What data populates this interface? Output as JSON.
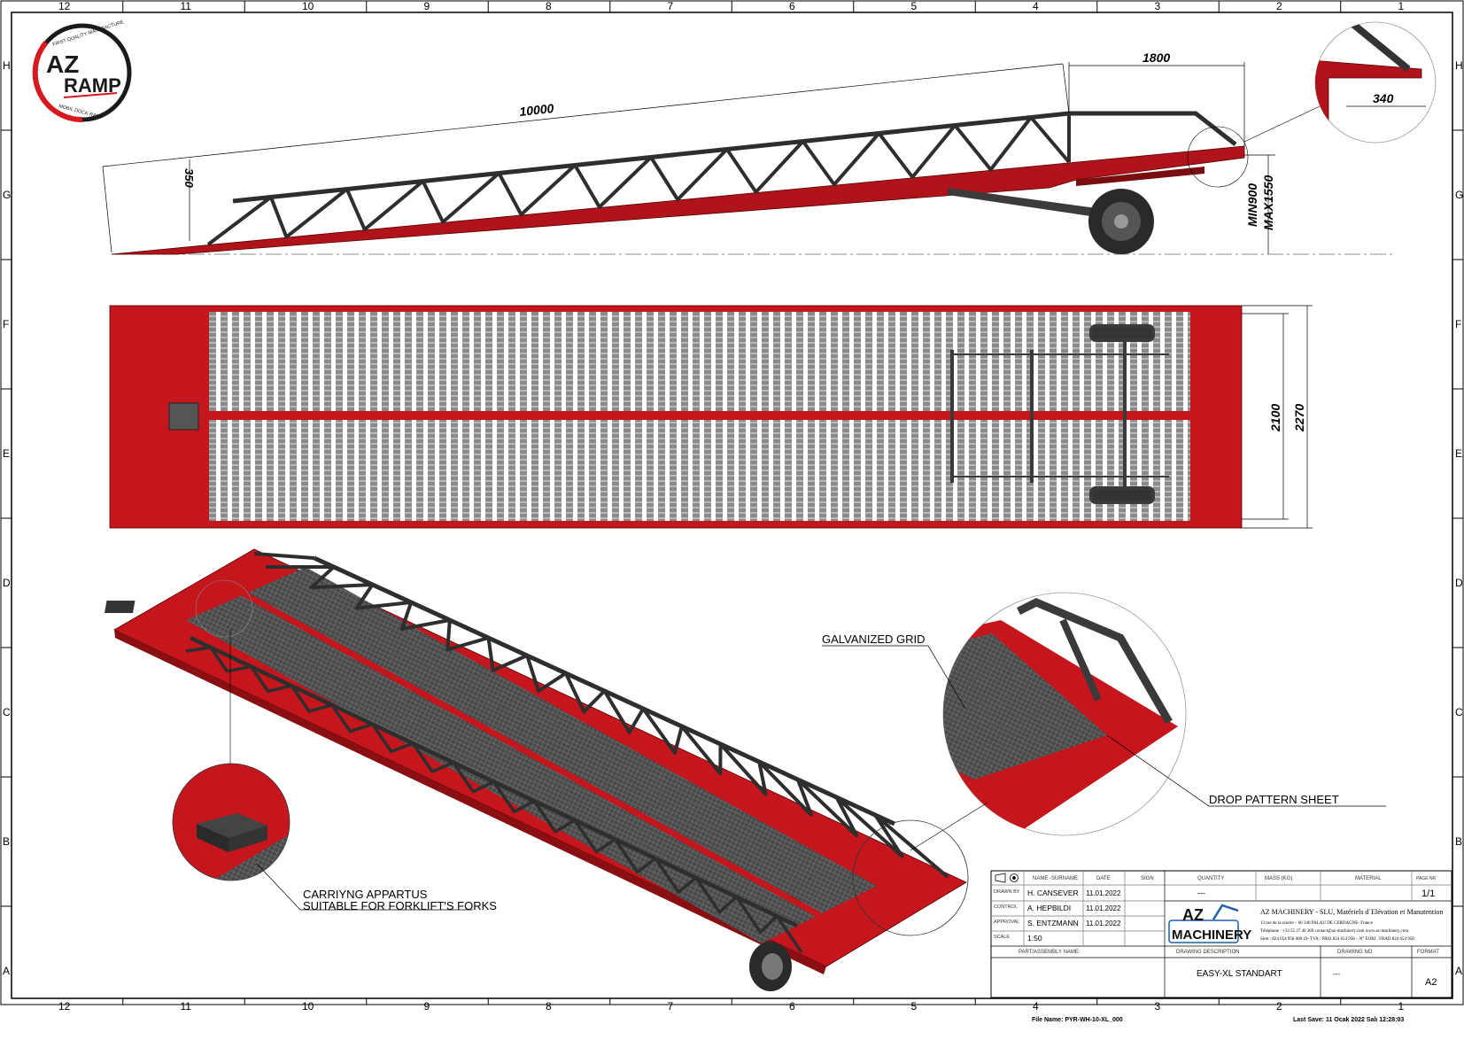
{
  "sheet": {
    "columns": [
      "12",
      "11",
      "10",
      "9",
      "8",
      "7",
      "6",
      "5",
      "4",
      "3",
      "2",
      "1"
    ],
    "rows": [
      "H",
      "G",
      "F",
      "E",
      "D",
      "C",
      "B",
      "A"
    ]
  },
  "logo": {
    "brand_top": "AZ",
    "brand_bottom": "RAMP",
    "arc_top": "FIRST QUALITY MANUFACTURE",
    "arc_bottom": "MOBIL DOCK RAMP",
    "colors": {
      "red": "#d71920",
      "black": "#1a1a1a"
    }
  },
  "side_view": {
    "dim_length": "10000",
    "dim_end": "1800",
    "dim_lip": "350",
    "dim_min": "MIN900",
    "dim_max": "MAX1550",
    "detail_dim": "340"
  },
  "top_view": {
    "dim_inner_width": "2100",
    "dim_outer_width": "2270"
  },
  "iso_view": {
    "callout_grid": "GALVANIZED GRID",
    "callout_sheet": "DROP PATTERN SHEET",
    "callout_carry_line1": "CARRIYNG APPARTUS",
    "callout_carry_line2": "SUITABLE FOR FORKLIFT'S FORKS"
  },
  "colors": {
    "ramp_red": "#c4161c",
    "steel_dark": "#3a3a3a",
    "grid_gray": "#6f6f6f"
  },
  "title_block": {
    "headers": {
      "name": "NAME -SURNAME",
      "date": "DATE",
      "sign": "SIGN",
      "quantity": "QUANTITY",
      "mass": "MASS (KG)",
      "material": "MATERIAL",
      "page": "PAGE NR",
      "part": "PART/ASSEMBLY NAME",
      "description": "DRAWING DESCRIPTION",
      "drawing_no": "DRAWING NO",
      "format": "FORMAT"
    },
    "rows": [
      {
        "role": "DRAWN BY",
        "name": "H. CANSEVER",
        "date": "11.01.2022"
      },
      {
        "role": "CONTROL",
        "name": "A. HEPBILDI",
        "date": "11.01.2022"
      },
      {
        "role": "APPROVAL",
        "name": "S. ENTZMANN",
        "date": "11.01.2022"
      },
      {
        "role": "SCALE",
        "name": "1:50",
        "date": ""
      }
    ],
    "quantity": "---",
    "page": "1/1",
    "description": "EASY-XL STANDART",
    "drawing_no": "---",
    "format": "A2",
    "company_logo_top": "AZ",
    "company_logo_bottom": "MACHINERY",
    "company_name": "AZ MACHINERY - SLU, Matériels d´Elévation et Manutention",
    "company_address": "13 rue de la scierie – 66 340 PALAU DE CERDAGNE- France",
    "company_contact": "Téléphone : +33 55 27 40 369   contact@az-machinery.com   www.az-machinery.com",
    "company_ids": "Siret : 824 654 958 000 19- TVA : FR02 824 654 958 – N° EORI : FRAD 824 654 958"
  },
  "footer": {
    "file_name": "File Name: PYR-WH-10-XL_000",
    "last_save": "Last Save: 11 Ocak 2022 Salı 12:28:03"
  }
}
